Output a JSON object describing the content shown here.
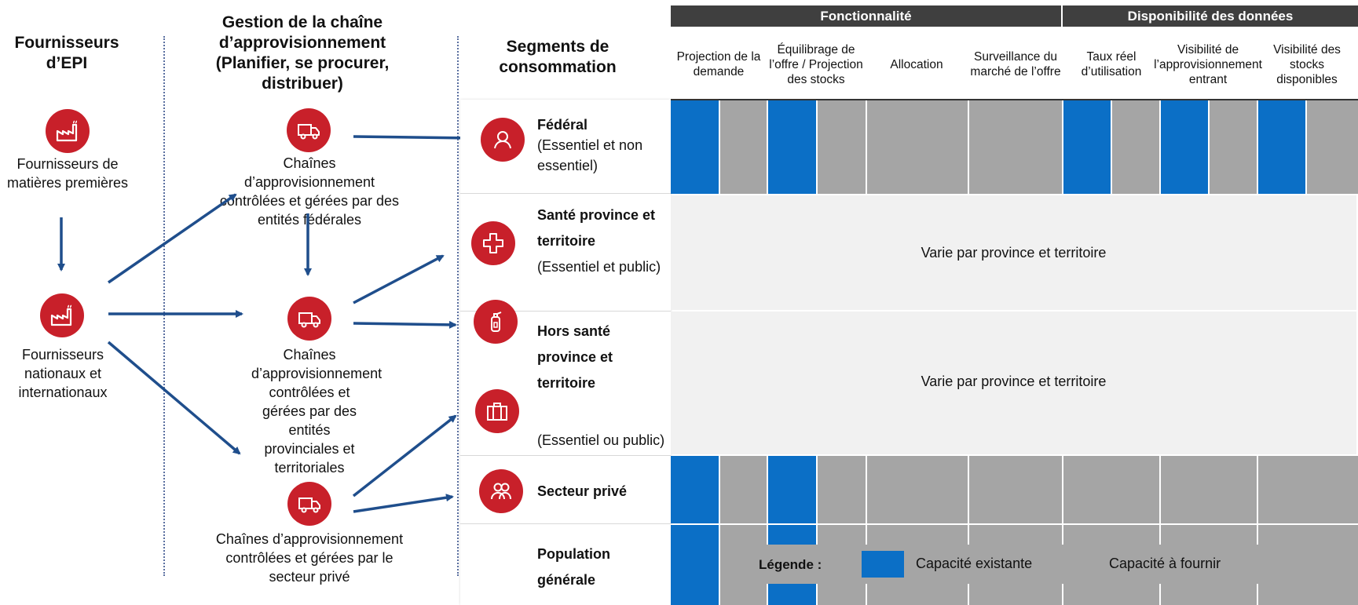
{
  "columns_left": {
    "suppliers_header": "Fournisseurs d’EPI",
    "supply_header": "Gestion de la chaîne d’approvisionnement (Planifier, se procurer, distribuer)",
    "segments_header": "Segments de consommation"
  },
  "suppliers": {
    "raw": "Fournisseurs de matières premières",
    "national": "Fournisseurs nationaux et internationaux"
  },
  "supply_chains": {
    "federal": "Chaînes d’approvisionnement contrôlées et gérées par des entités fédérales",
    "provincial": "Chaînes d’approvisionnement contrôlées et gérées par des entités provinciales et territoriales",
    "private": "Chaînes d’approvisionnement contrôlées et gérées par le secteur privé"
  },
  "segments": {
    "federal_title": "Fédéral",
    "federal_sub": "(Essentiel et non essentiel)",
    "health_title": "Santé province et territoire",
    "health_sub": "(Essentiel et public)",
    "nonhealth_title": "Hors santé province et territoire",
    "nonhealth_sub": "(Essentiel ou public)",
    "private_title": "Secteur privé",
    "population_title": "Population générale"
  },
  "matrix": {
    "band_functionality": "Fonctionnalité",
    "band_data": "Disponibilité des données",
    "col_demand": "Projection de la demande",
    "col_balance": "Équilibrage de l’offre / Projection des stocks",
    "col_allocation": "Allocation",
    "col_market": "Surveillance du marché de l’offre",
    "col_usage": "Taux réel d’utilisation",
    "col_inbound": "Visibilité de l’approvisionnement entrant",
    "col_stock": "Visibilité des stocks disponibles",
    "varie_health": "Varie par province et territoire",
    "varie_nonhealth": "Varie par province et territoire"
  },
  "legend": {
    "title": "Légende :",
    "existing": "Capacité existante",
    "to_provide": "Capacité à fournir"
  },
  "colors": {
    "red": "#c8202a",
    "blue": "#0b6fc6",
    "gray": "#a5a5a5",
    "arrow": "#1f4e8c"
  },
  "icons": {
    "factory": "factory-icon",
    "truck": "truck-icon",
    "person": "person-icon",
    "cross": "medical-cross-icon",
    "extinguisher": "fire-extinguisher-icon",
    "briefcase": "briefcase-icon",
    "people": "people-icon"
  }
}
